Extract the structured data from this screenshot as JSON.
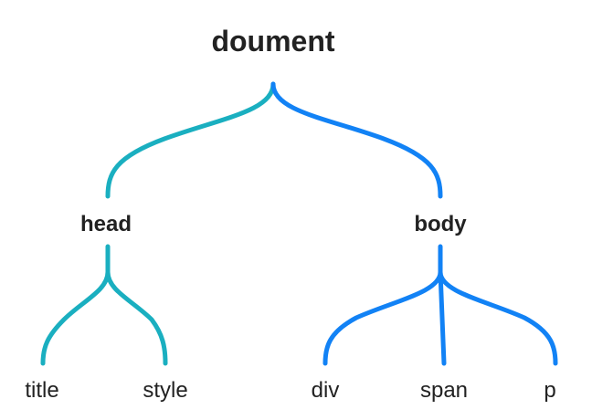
{
  "colors": {
    "head_branch": "#1aafc0",
    "body_branch": "#1282f5",
    "text": "#222222"
  },
  "tree": {
    "root": {
      "label": "doument"
    },
    "head": {
      "label": "head",
      "children": [
        "title",
        "style"
      ]
    },
    "body": {
      "label": "body",
      "children": [
        "div",
        "span",
        "p"
      ]
    }
  }
}
